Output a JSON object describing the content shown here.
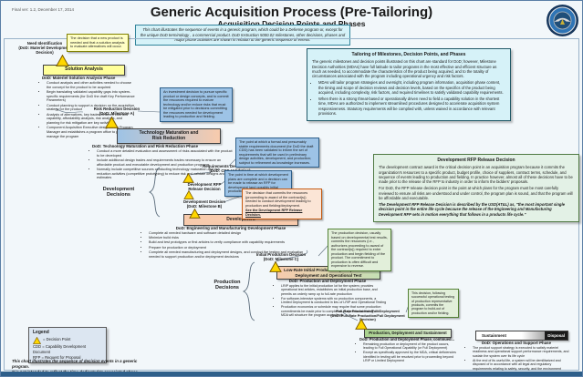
{
  "meta": {
    "version_note": "Final ver: 1.2, December 17, 2014"
  },
  "header": {
    "title": "Generic Acquisition Process (Pre-Tailoring)",
    "subtitle": "Acquisition Decision Points and Phases",
    "note": "This chart illustrates the sequence of events in a generic program, which could be a Defense program or, except for the unique DoD terminology , a commercial product. DoD Instruction 5000.02  milestones, other decisions, phases and major phase activities are shown in relation to the generic sequence of events."
  },
  "tailoring": {
    "title": "Tailoring of Milestones, Decision Points, and Phases",
    "intro": "The generic milestones and decision points illustrated on this chart are standard for DoD; however, Milestone Decision Authorities (MDAs) have full latitude to tailor programs in the most effective and efficient structure as much as needed, to accommodate the characteristics of the product being acquired, and to the totality of circumstances associated with the program including operational urgency and risk factors.",
    "bullets": [
      "MDAs will tailor program strategies and oversight, including program information, acquisition phase content, the timing and scope of decision reviews and decision levels, based on the specifics of the product being acquired, including complexity, risk factors, and required timelines to satisfy validated capability requirements.",
      "When there is a strong threat-based or operationally driven need to field a capability solution in the shortest time, MDAs are authorized to implement streamlined procedures designed to accelerate acquisition system responsiveness. Statutory requirements will be complied with, unless waived in accordance with relevant provisions."
    ]
  },
  "rfp_box": {
    "title": "Development RFP Release Decision",
    "p1": "The development contract award is the critical decision point in an acquisition program because it commits the organization's resources to a specific product, budget profile, choice of suppliers, contract terms, schedule, and sequence of events leading to production and fielding. In practice however, almost all of these decisions have to be made prior to the release of the RFP to industry in order to inform the bidders' proposals.",
    "p2": "For DoD, the RFP release decision point is the point at which plans for the program must be most carefully reviewed to ensure all risks are understood and under control, the program plan is sound, and that the program will be affordable and executable.",
    "p3": "The Development RFP Release Decision is described by the USD(AT&L) as, \"the most important single decision point in the entire life cycle because the release of the Engineering and Manufacturing Development RFP sets in motion everything that follows in a products life cycle.\""
  },
  "flow": {
    "need": {
      "label": "Need Identification\n(DoD: Materiel Development\nDecision)",
      "callout": "The decision that a new product is needed and that a solution analysis to evaluate alternatives will occur."
    },
    "solution_analysis": {
      "banner": "Solution Analysis",
      "phase": "DoD: Materiel Solution Analysis Phase",
      "bullets": [
        "Conduct analysis and other activities needed to choose the concept for the product to be acquired",
        "Begin translating validated capability gaps into system-specific requirements (for DoD the draft Key Performance Parameters)",
        "Conduct planning to support a decision on the acquisition strategy for the product",
        "Analysis of alternatives, key trades between cost and capability, affordability analysis, risk analysis, and planning for risk mitigation are key activities",
        "Component Acquisition Executive designates a Program Manager and establishes a program office to plan and manage the program"
      ]
    },
    "risk_reduction": {
      "label": "Risk Reduction Decision\n(DoD: Milestone A)",
      "callout": "An investment decision to pursue specific product or design concepts, and to commit the resources required to mature technology and/or reduce risks that must be mitigated prior to decisions committing the resources needed for development leading to production and fielding."
    },
    "tmrr": {
      "banner": "Technology Maturation and\nRisk Reduction",
      "phase": "DoD:  Technology Maturation and Risk Reduction Phase",
      "bullets": [
        "Conduct a more detailed evaluation and assessment of risks associated with the product to be developed",
        "Include additional design trades and requirements trades necessary to ensure an affordable product and executable development and production programs",
        "Normally include competitive sources conducting technology maturation and risk reduction activities (competitive prototyping) to reduce risk and validate designs and cost estimates"
      ]
    },
    "requirements_dp": {
      "label": "Requirements Decision Point\n(DoD: CDD Validation)",
      "callout": "The point at which a formal and presumably stable requirements document (for DoD the draft CDD) has been validated to inform the set of requirements that will be used in preliminary design activities, development, and production; subject to refinement as knowledge increases."
    },
    "rfp_release": {
      "label": "Development RFP\nRelease Decision",
      "callout": "The point in time at which development plans are complete and a decision can be made to release an RFP for development (and possibly initial production) proposals."
    },
    "dev_decision": {
      "label": "Development Decision\n(DoD: Milestone B)",
      "callout": "The decision that commits the resources (proceeding to award of the contract(s)) needed to conduct development leading to production and fielding/deployment.",
      "callout_link": "See the Development RFP Release Decision."
    },
    "dev_group": "Development\nDecisions",
    "development": {
      "banner": "Development",
      "phase": "DoD: Engineering and Manufacturing Development Phase",
      "bullets": [
        "Complete all needed hardware and software detailed design",
        "Minimize build risks",
        "Build and test prototypes or first articles to verify compliance with capability requirements",
        "Prepare for production or deployment",
        "Complete all needed manufacturing and deployment designs, and conduct the testing and evaluation needed to support production and/or deployment decisions"
      ]
    },
    "initial_production": {
      "label": "Initial Production  Decision\n(DoD: Milestone C)",
      "callout": "The production decision, usually based on developmental test results, commits the resources (i.e., authorizes proceeding to award of the contract(s)) required to enter production and begin fielding of the product. The commitment to production is often difficult and expensive to reverse."
    },
    "prod_group": "Production\nDecisions",
    "lrip": {
      "banner": "Low-Rate Initial Production (LRIP) or Limited\nDeployment and Operational Test",
      "phase": "DoD: Production and Deployment Phase",
      "bullets": [
        "LRIP applies to the initial production lot for the system; provides operational test articles, establishes an initial production base, and permits an orderly ramp up to full-rate production",
        "For software-intensive systems with no production components, a Limited Deployment is conducted in lieu of LRIP and Operational Testing",
        "Production economics or schedule may require that some production commitments be made prior to completion of operational testing; the MDA will structure the program accordingly"
      ]
    },
    "frp": {
      "label": "Full-Rate Production/Full Deployment\n(DoD: Full-Rate Production/Full Deployment Decision)",
      "callout": "This decision, following successful operational testing of production representative products, commits the program to build-out of production and/or fielding."
    },
    "pds": {
      "banner": "Production, Deployment and Sustainment",
      "phase": "DoD: Production and Deployment Phase, continued...",
      "bullets": [
        "Remaining production or deployment of the product occurs, leading to Full Operational Capability (or Full Deployment)",
        "Except as specifically approved by the MDA, critical deficiencies identified in testing will be resolved prior to proceeding beyond LRIP or Limited Deployment"
      ]
    },
    "sustainment": {
      "banner": "Sustainment",
      "disposal": "Disposal",
      "phase": "DoD: Operations and Support Phase",
      "bullets": [
        "The product support strategy is executed to satisfy materiel readiness and operational support performance requirements, and sustain the system over its life cycle",
        "At the end of its useful life, a system will be demilitarized and disposed of in accordance with all legal and regulatory requirements relating to safety, security, and the environment"
      ]
    }
  },
  "legend": {
    "title": "Legend",
    "decision_point": "= Decision Point",
    "cdd": "CDD = Capability Development Document",
    "rfp": "RFP = Request for Proposal"
  },
  "footnote": "This chart illustrates the sequence of decision events in a generic program.\nIt is not intended to reflect the time dedicated to associated phase activity."
}
